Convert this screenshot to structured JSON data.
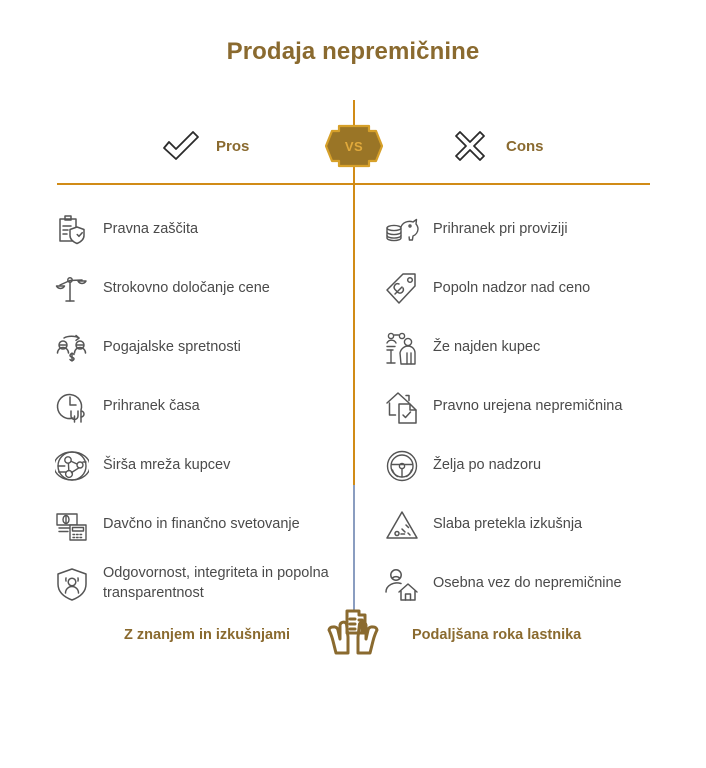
{
  "title": "Prodaja nepremičnine",
  "colors": {
    "gold": "#8a6a2f",
    "rule": "#d18b16",
    "vs_fill": "#9a7526",
    "vs_border": "#d6a02a",
    "vs_text": "#e0a93b",
    "axis_blue": "#8a9dc0",
    "body_text": "#4a4a4a",
    "icon_stroke": "#555555"
  },
  "header": {
    "vs_badge": "VS",
    "left": {
      "label": "Pros",
      "icon": "checkmark-icon"
    },
    "right": {
      "label": "Cons",
      "icon": "cross-icon"
    }
  },
  "columns": {
    "pros": {
      "items": [
        {
          "icon": "clipboard-shield-icon",
          "text": "Pravna zaščita"
        },
        {
          "icon": "scales-balance-icon",
          "text": "Strokovno določanje cene"
        },
        {
          "icon": "negotiation-people-icon",
          "text": "Pogajalske spretnosti"
        },
        {
          "icon": "clock-time-icon",
          "text": "Prihranek časa"
        },
        {
          "icon": "globe-network-icon",
          "text": "Širša mreža kupcev"
        },
        {
          "icon": "money-calculator-icon",
          "text": "Davčno in finančno svetovanje"
        },
        {
          "icon": "shield-person-icon",
          "text": "Odgovornost, integriteta in popolna transparentnost"
        }
      ],
      "footer_label": "Z znanjem in izkušnjami"
    },
    "cons": {
      "items": [
        {
          "icon": "piggy-bank-coins-icon",
          "text": "Prihranek pri proviziji"
        },
        {
          "icon": "price-tag-icon",
          "text": "Popoln nadzor nad ceno"
        },
        {
          "icon": "buyer-found-icon",
          "text": "Že najden kupec"
        },
        {
          "icon": "house-document-check-icon",
          "text": "Pravno urejena nepremičnina"
        },
        {
          "icon": "steering-wheel-icon",
          "text": "Želja po nadzoru"
        },
        {
          "icon": "warning-triangle-icon",
          "text": "Slaba pretekla izkušnja"
        },
        {
          "icon": "person-house-icon",
          "text": "Osebna vez do nepremičnine"
        }
      ],
      "footer_label": "Podaljšana roka lastnika"
    }
  },
  "bottom": {
    "icon": "hands-holding-building-icon"
  }
}
